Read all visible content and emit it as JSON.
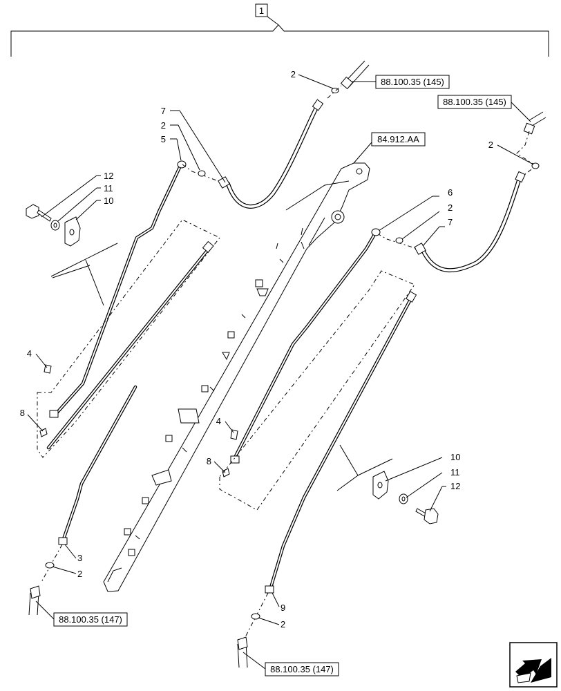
{
  "assembly_label": "1",
  "reference_labels": {
    "top_hose_left": "88.100.35 (145)",
    "top_hose_right": "88.100.35 (145)",
    "boom": "84.912.AA",
    "bottom_left": "88.100.35 (147)",
    "bottom_right": "88.100.35 (147)"
  },
  "callouts": {
    "left": {
      "c12": "12",
      "c11": "11",
      "c10": "10",
      "c7": "7",
      "c2_hose": "2",
      "c5": "5",
      "c2_top": "2",
      "c4": "4",
      "c8": "8",
      "c3": "3",
      "c2_bottom": "2"
    },
    "right": {
      "c2_top": "2",
      "c6": "6",
      "c2_hose": "2",
      "c7": "7",
      "c4": "4",
      "c8": "8",
      "c10": "10",
      "c11": "11",
      "c12": "12",
      "c9": "9",
      "c2_bottom": "2"
    }
  },
  "nav_icon": "next-page-arrow-icon"
}
